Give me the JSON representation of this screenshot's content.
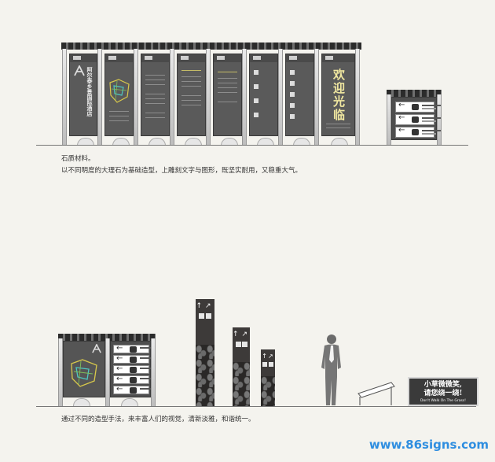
{
  "captions": {
    "top_line1": "石质材料。",
    "top_line2": "以不同明度的大理石为基础造型，上雕刻文字与图形，既坚实耐用，又稳重大气。",
    "bottom_line": "通过不同的造型手法，来丰富人们的视觉，清新淡雅，和谐统一。"
  },
  "panels": {
    "vertical_title_1": "阿尔泰乡景国际酒店",
    "welcome_title": "欢迎光临"
  },
  "grass_sign": {
    "line1": "小草微微笑,",
    "line2": "请您绕一绕!",
    "subtitle": "Don't Walk On The Grass!"
  },
  "footer": {
    "url": "www.86signs.com"
  },
  "colors": {
    "panel": "#5a5a5a",
    "stone": "#3d3a39",
    "accent_yellow": "#f0e7a0",
    "footer_blue": "#2f8ee0"
  }
}
